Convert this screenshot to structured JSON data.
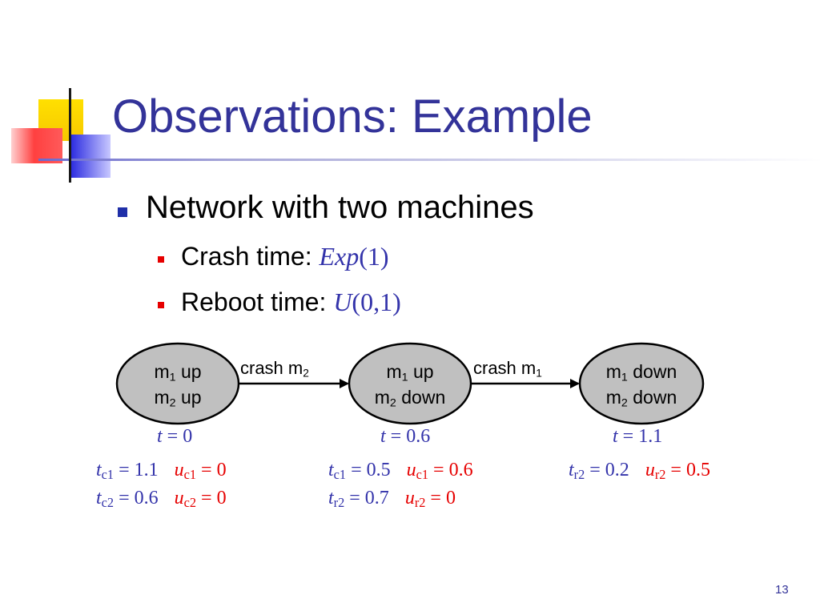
{
  "title": "Observations: Example",
  "bullets": {
    "main": "Network with two machines",
    "crash_label": "Crash time:",
    "crash_dist": "Exp",
    "crash_param": "(1)",
    "reboot_label": "Reboot time:",
    "reboot_dist": "U",
    "reboot_param": "(0,1)"
  },
  "diagram": {
    "nodes": [
      {
        "line1_m": "m",
        "line1_sub": "1",
        "line1_state": " up",
        "line2_m": "m",
        "line2_sub": "2",
        "line2_state": " up",
        "time": "t = 0"
      },
      {
        "line1_m": "m",
        "line1_sub": "1",
        "line1_state": " up",
        "line2_m": "m",
        "line2_sub": "2",
        "line2_state": " down",
        "time": "t = 0.6"
      },
      {
        "line1_m": "m",
        "line1_sub": "1",
        "line1_state": " down",
        "line2_m": "m",
        "line2_sub": "2",
        "line2_state": " down",
        "time": "t = 1.1"
      }
    ],
    "edges": [
      {
        "text": "crash m",
        "sub": "2"
      },
      {
        "text": "crash m",
        "sub": "1"
      }
    ],
    "observations": {
      "col1": {
        "r1_t_sub": "c1",
        "r1_t_val": " = 1.1",
        "r1_u_sub": "c1",
        "r1_u_val": " = 0",
        "r2_t_sub": "c2",
        "r2_t_val": " = 0.6",
        "r2_u_sub": "c2",
        "r2_u_val": " = 0"
      },
      "col2": {
        "r1_t_sub": "c1",
        "r1_t_val": " = 0.5",
        "r1_u_sub": "c1",
        "r1_u_val": " = 0.6",
        "r2_t_sub": "r2",
        "r2_t_val": " = 0.7",
        "r2_u_sub": "r2",
        "r2_u_val": " = 0"
      },
      "col3": {
        "r1_t_sub": "r2",
        "r1_t_val": " = 0.2",
        "r1_u_sub": "r2",
        "r1_u_val": " = 0.5"
      }
    },
    "colors": {
      "node_fill": "#c0c0c0",
      "node_stroke": "#000000",
      "blue": "#3333aa",
      "red": "#e60000"
    }
  },
  "page_number": "13"
}
